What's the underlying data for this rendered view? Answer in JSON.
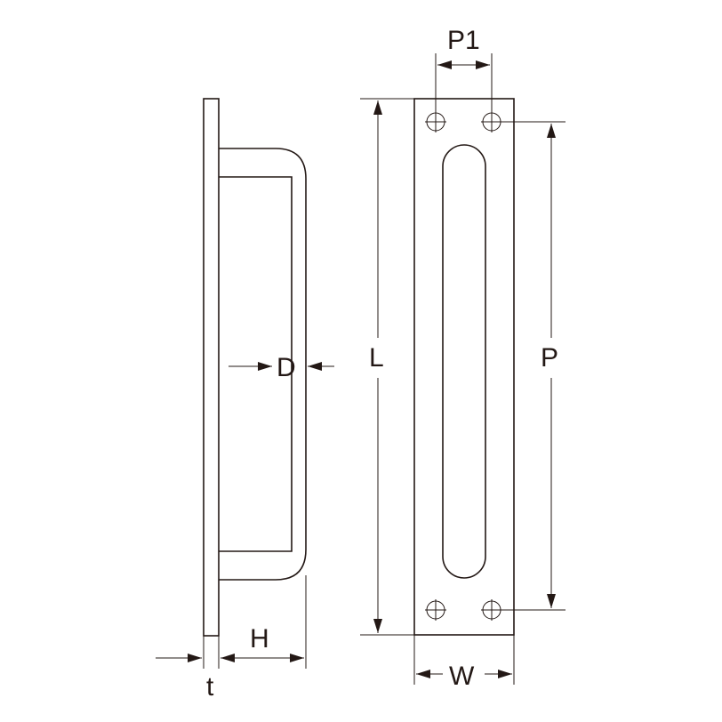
{
  "labels": {
    "p1": "P1",
    "d": "D",
    "l": "L",
    "p": "P",
    "h": "H",
    "t": "t",
    "w": "W"
  },
  "colors": {
    "line": "#231815",
    "background": "#ffffff"
  }
}
